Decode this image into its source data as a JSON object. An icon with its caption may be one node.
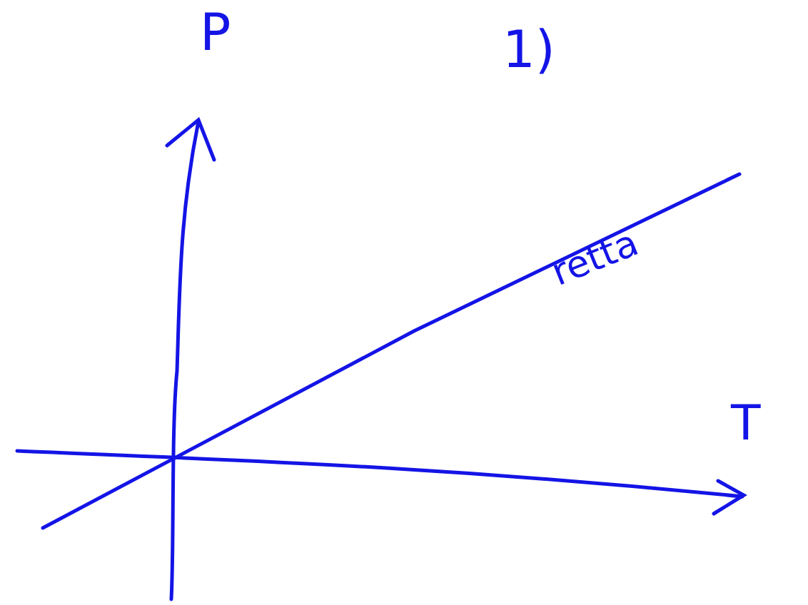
{
  "diagram": {
    "labels": [
      "P",
      "1)",
      "retta",
      "T"
    ]
  }
}
